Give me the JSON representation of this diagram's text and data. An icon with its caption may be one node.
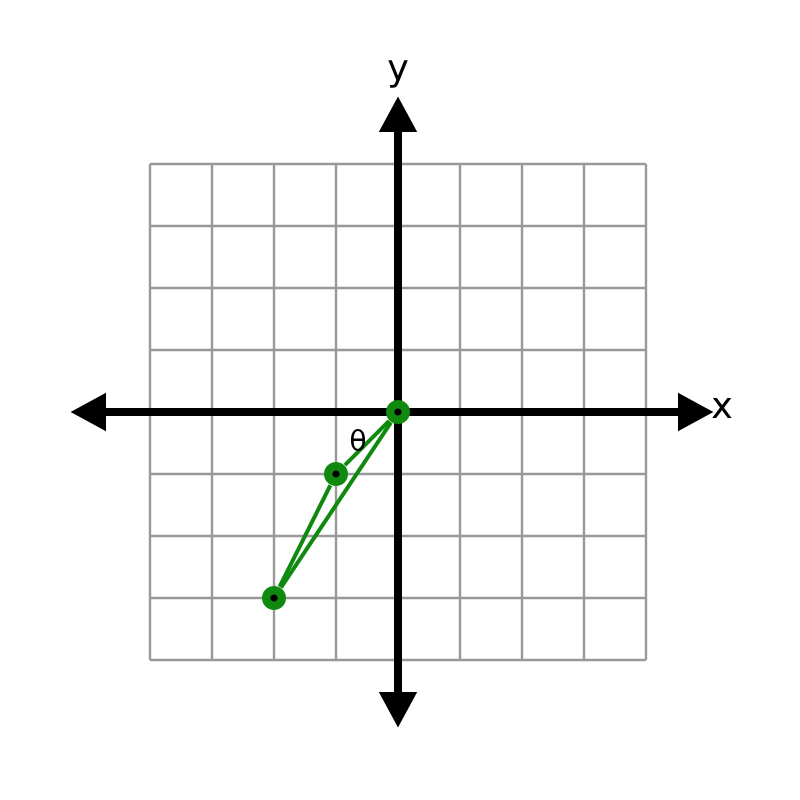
{
  "diagram": {
    "nodes": [
      {
        "text": [],
        "shape": "circle"
      },
      {
        "text": [],
        "shape": "circle"
      },
      {
        "text": [],
        "shape": "circle"
      }
    ],
    "edges": [
      {
        "from": 0,
        "to": 1,
        "arrow": "none"
      },
      {
        "from": 1,
        "to": 2,
        "arrow": "none"
      },
      {
        "from": 2,
        "to": 0,
        "arrow": "none"
      }
    ],
    "labels": [
      "y",
      "x",
      "θ"
    ]
  }
}
